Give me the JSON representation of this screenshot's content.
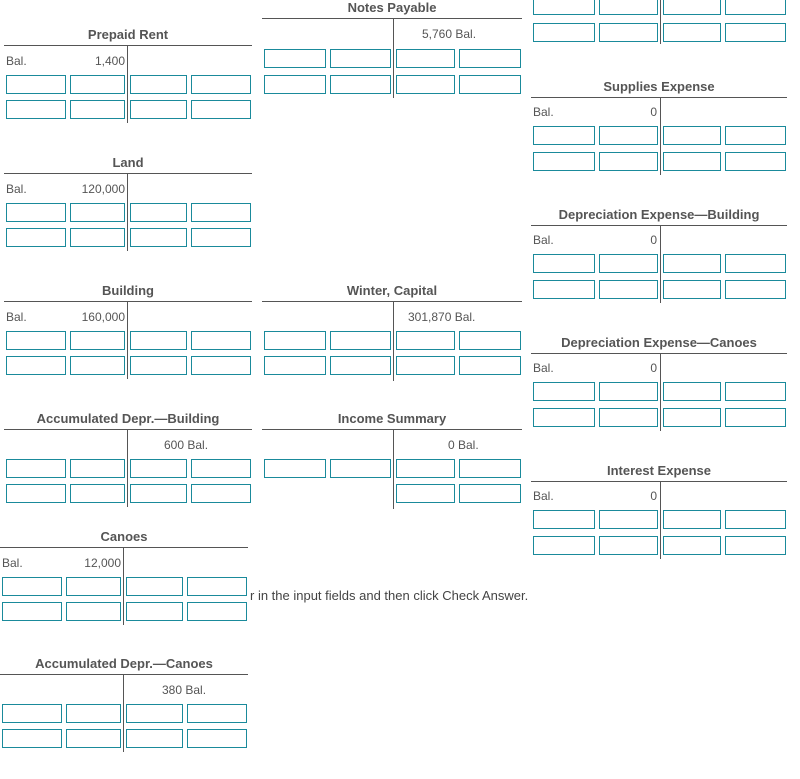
{
  "accounts": {
    "prepaid_rent": {
      "title": "Prepaid Rent",
      "bal_label": "Bal.",
      "bal_amount": "1,400"
    },
    "land": {
      "title": "Land",
      "bal_label": "Bal.",
      "bal_amount": "120,000"
    },
    "building": {
      "title": "Building",
      "bal_label": "Bal.",
      "bal_amount": "160,000"
    },
    "accum_depr_building": {
      "title": "Accumulated Depr.—Building",
      "bal_right": "600 Bal."
    },
    "canoes": {
      "title": "Canoes",
      "bal_label": "Bal.",
      "bal_amount": "12,000"
    },
    "accum_depr_canoes": {
      "title": "Accumulated Depr.—Canoes",
      "bal_right": "380 Bal."
    },
    "notes_payable": {
      "title": "Notes Payable",
      "bal_right": "5,760 Bal."
    },
    "winter_capital": {
      "title": "Winter, Capital",
      "bal_right": "301,870 Bal."
    },
    "income_summary": {
      "title": "Income Summary",
      "bal_right": "0 Bal."
    },
    "supplies_expense": {
      "title": "Supplies Expense",
      "bal_label": "Bal.",
      "bal_amount": "0"
    },
    "depr_expense_building": {
      "title": "Depreciation Expense—Building",
      "bal_label": "Bal.",
      "bal_amount": "0"
    },
    "depr_expense_canoes": {
      "title": "Depreciation Expense—Canoes",
      "bal_label": "Bal.",
      "bal_amount": "0"
    },
    "interest_expense": {
      "title": "Interest Expense",
      "bal_label": "Bal.",
      "bal_amount": "0"
    }
  },
  "instruction_text": "r in the input fields and then click Check Answer."
}
